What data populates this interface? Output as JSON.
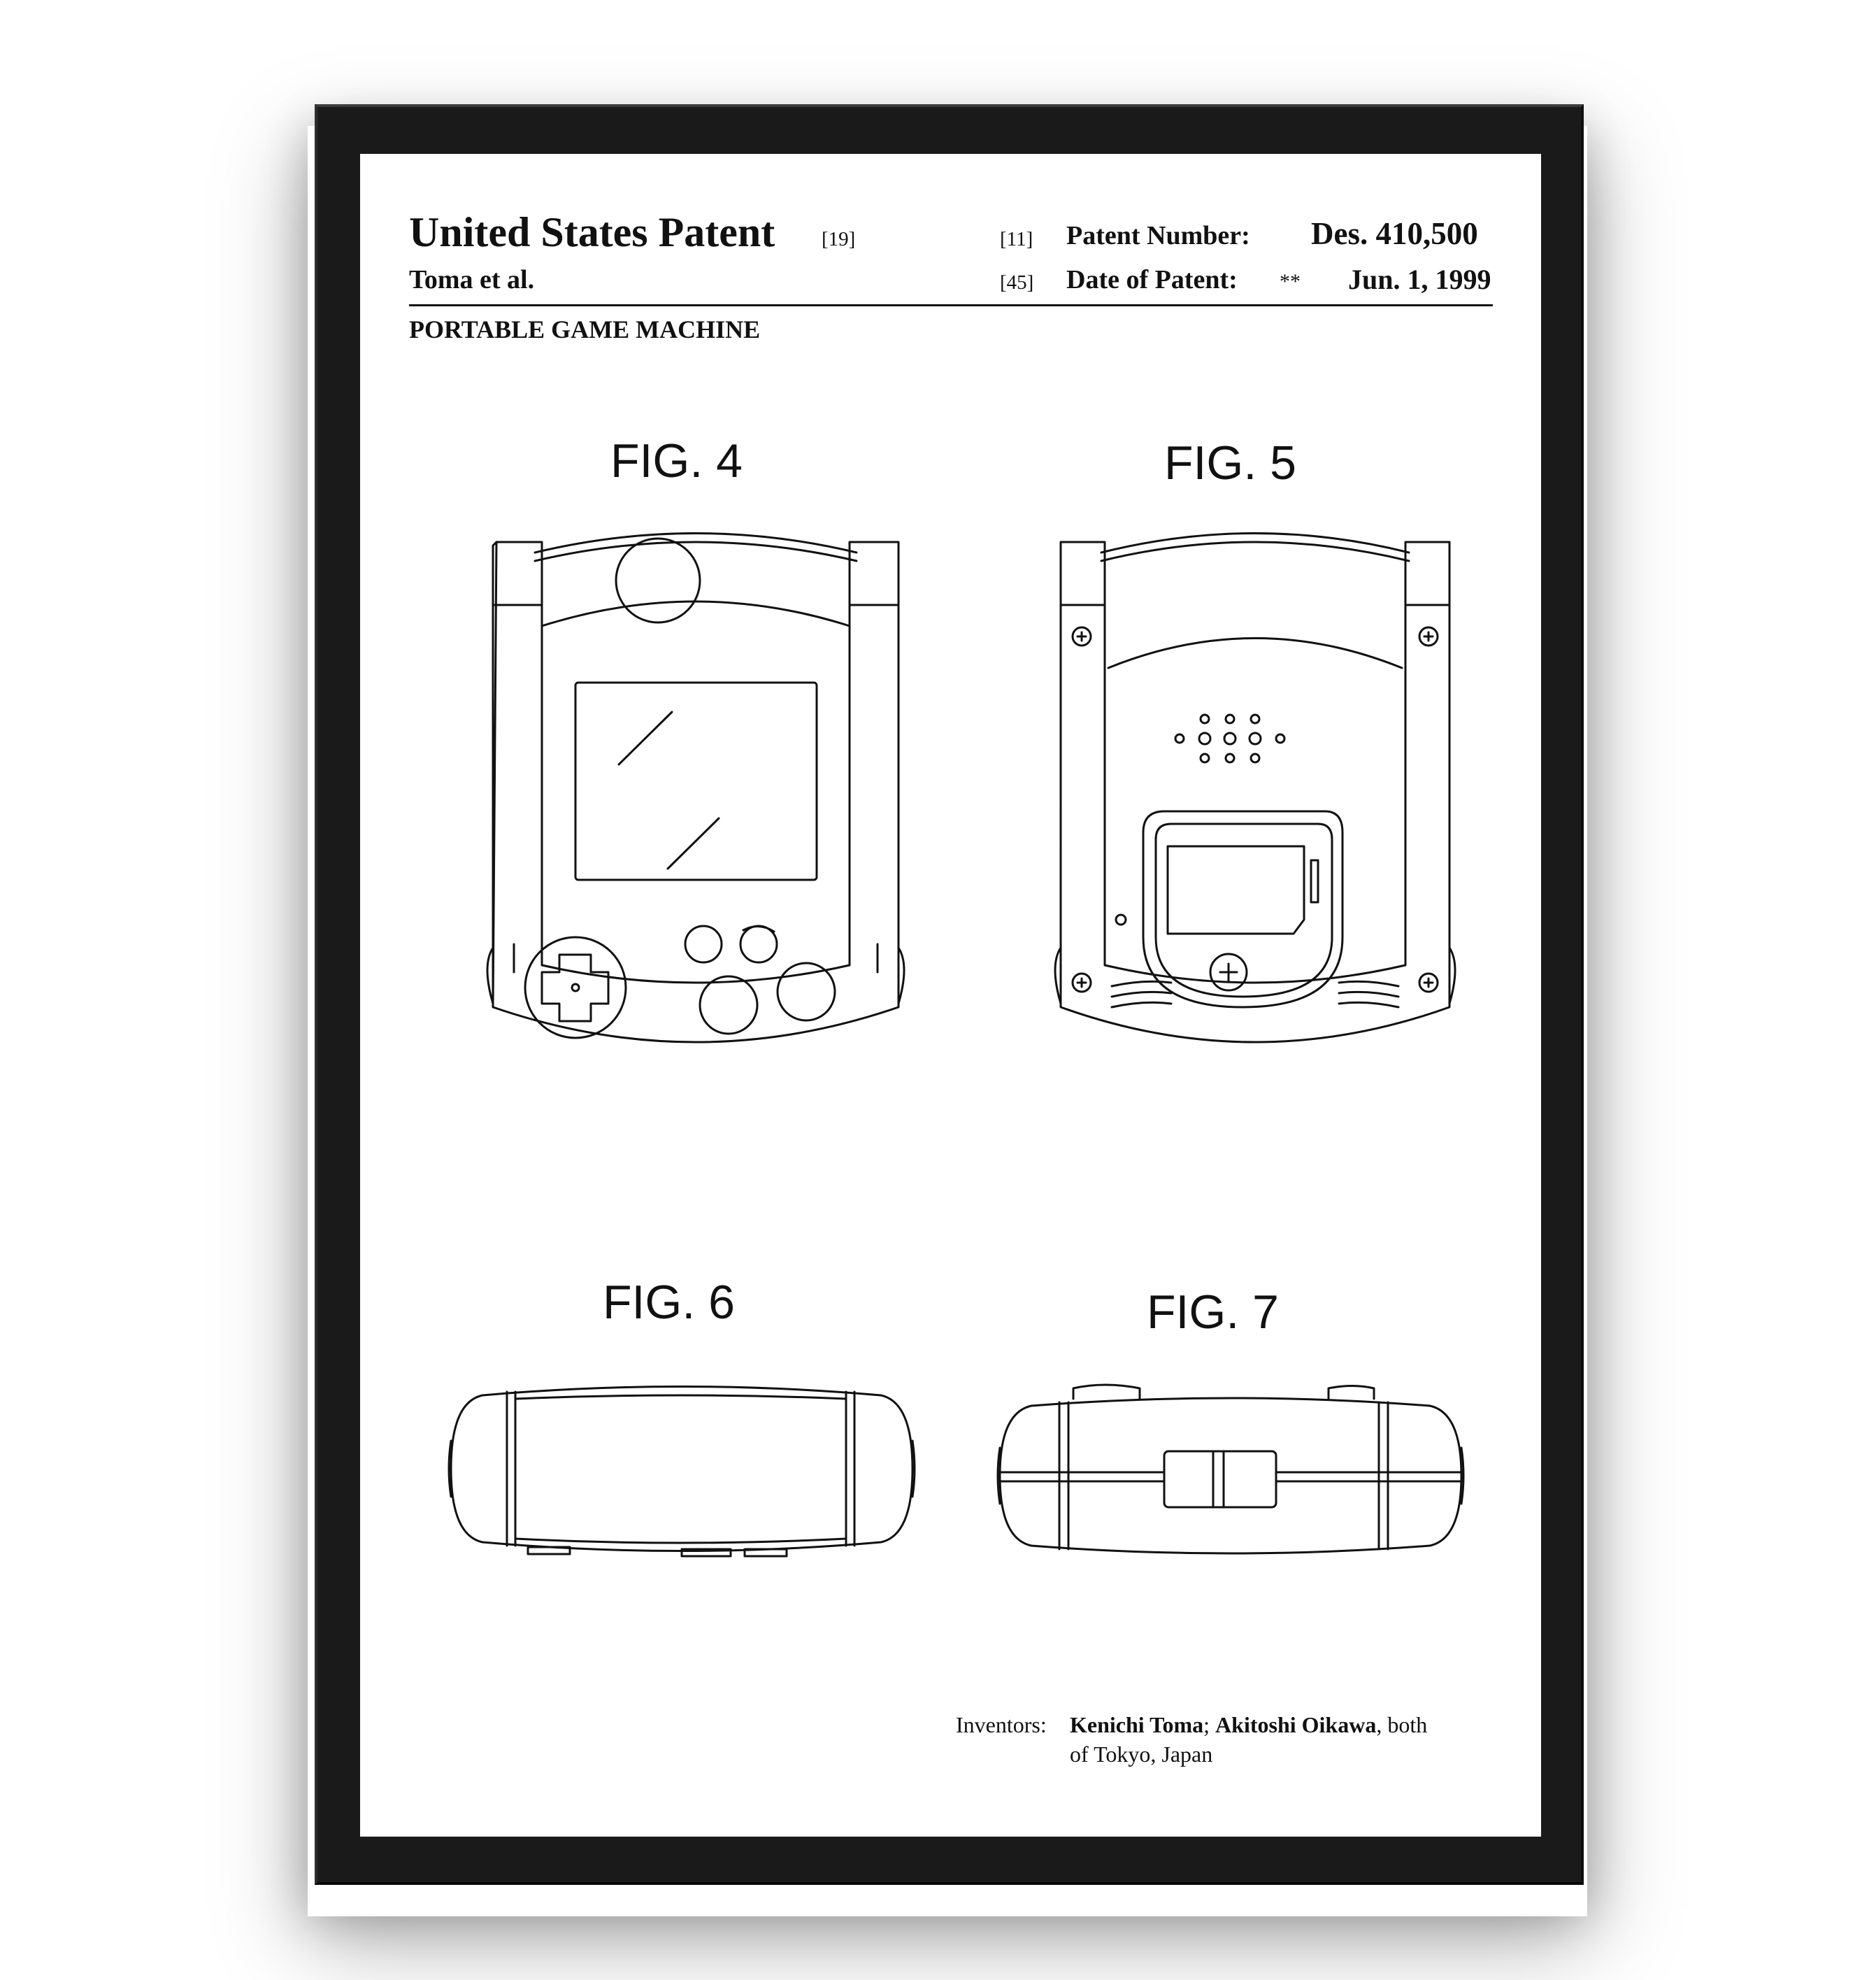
{
  "header": {
    "title": "United States Patent",
    "title_code": "[19]",
    "inventor_short": "Toma et al.",
    "number_code": "[11]",
    "number_label": "Patent Number:",
    "number_value": "Des. 410,500",
    "date_code": "[45]",
    "date_label": "Date of Patent:",
    "date_mark": "**",
    "date_value": "Jun. 1, 1999",
    "subject": "PORTABLE GAME MACHINE"
  },
  "figures": {
    "fig4": "FIG. 4",
    "fig5": "FIG. 5",
    "fig6": "FIG. 6",
    "fig7": "FIG. 7"
  },
  "inventors": {
    "label": "Inventors:",
    "name1": "Kenichi Toma",
    "sep": ";",
    "name2": "Akitoshi Oikawa",
    "tail": ", both",
    "line2": "of Tokyo, Japan"
  },
  "colors": {
    "frame": "#1a1a1a",
    "paper": "#ffffff",
    "ink": "#111111"
  }
}
